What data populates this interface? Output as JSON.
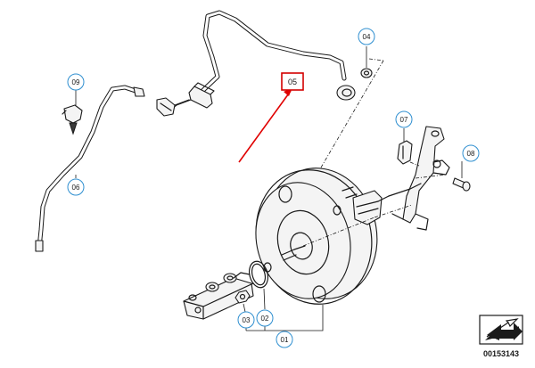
{
  "diagram": {
    "callouts": [
      {
        "id": "c01",
        "label": "01"
      },
      {
        "id": "c02",
        "label": "02"
      },
      {
        "id": "c03",
        "label": "03"
      },
      {
        "id": "c04",
        "label": "04"
      },
      {
        "id": "c06",
        "label": "06"
      },
      {
        "id": "c07",
        "label": "07"
      },
      {
        "id": "c08",
        "label": "08"
      },
      {
        "id": "c09",
        "label": "09"
      }
    ],
    "selected_callout": {
      "label": "05",
      "color": "#d40000"
    },
    "arrow_color": "#e00000",
    "callout_color": "#2f8fd0",
    "document_number": "00153143"
  }
}
